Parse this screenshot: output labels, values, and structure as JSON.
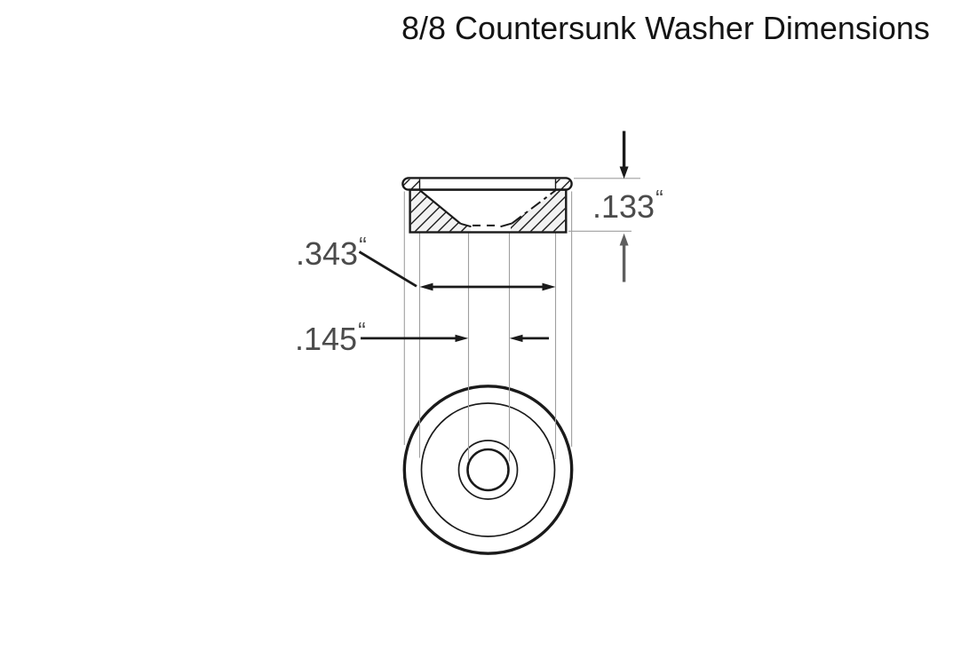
{
  "title": "8/8 Countersunk Washer Dimensions",
  "dimensions": {
    "countersink_diameter": {
      "value": ".343",
      "unit": "“"
    },
    "hole_diameter": {
      "value": ".145",
      "unit": "“"
    },
    "thickness": {
      "value": ".133",
      "unit": "“"
    }
  },
  "colors": {
    "outline": "#1a1a1a",
    "dimension_text": "#4b4b4b",
    "extension_line": "#9f9f9f",
    "arrow_gray": "#5f5f5f",
    "background": "#ffffff"
  }
}
